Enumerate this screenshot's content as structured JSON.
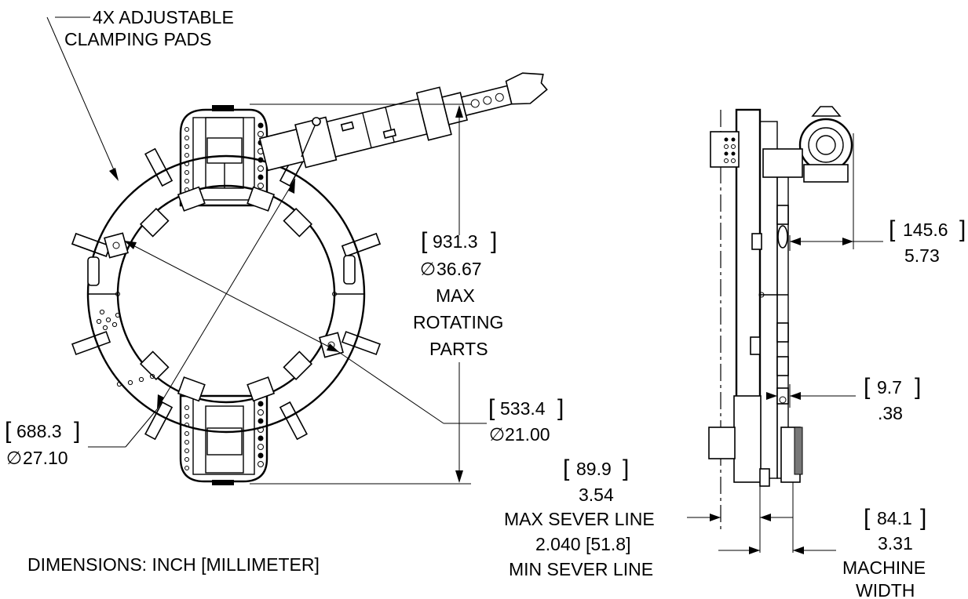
{
  "callouts": {
    "clamping_pads_line1": "4X ADJUSTABLE",
    "clamping_pads_line2": "CLAMPING PADS",
    "rotating_mm": "931.3",
    "rotating_in": "36.67",
    "rotating_line1": "MAX",
    "rotating_line2": "ROTATING",
    "rotating_line3": "PARTS",
    "outer_mm": "688.3",
    "outer_in": "27.10",
    "inner_mm": "533.4",
    "inner_in": "21.00",
    "offset_mm": "145.6",
    "offset_in": "5.73",
    "gap_mm": "9.7",
    "gap_in": ".38",
    "max_sever_mm": "89.9",
    "max_sever_in": "3.54",
    "max_sever_label": "MAX SEVER LINE",
    "min_sever_value": "2.040 [51.8]",
    "min_sever_label": "MIN SEVER LINE",
    "width_mm": "84.1",
    "width_in": "3.31",
    "width_line1": "MACHINE",
    "width_line2": "WIDTH",
    "units_note": "DIMENSIONS: INCH [MILLIMETER]"
  },
  "symbols": {
    "diameter": "∅",
    "bracket_open": "[",
    "bracket_close": "]"
  }
}
